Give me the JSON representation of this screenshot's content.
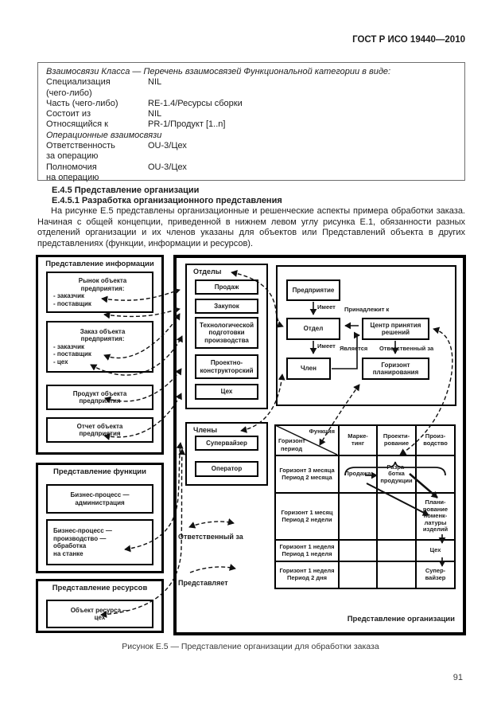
{
  "page": {
    "header": "ГОСТ Р ИСО 19440—2010",
    "number": "91",
    "caption": "Рисунок Е.5 — Представление организации для обработки заказа"
  },
  "class_box": {
    "title": "Взаимосвязи Класса — Перечень взаимосвязей Функциональной категории в виде:",
    "rows": [
      {
        "label": "Специализация",
        "value": "NIL"
      },
      {
        "label": "(чего-либо)"
      },
      {
        "label": "Часть (чего-либо)",
        "value": "RE-1.4/Ресурсы сборки"
      },
      {
        "label": "Состоит из",
        "value": "NIL"
      },
      {
        "label": "Относящийся к",
        "value": "PR-1/Продукт [1..n]"
      },
      {
        "label": "Операционные взаимосвязи"
      },
      {
        "label": "Ответственность",
        "value": "OU-3/Цех"
      },
      {
        "label": "за операцию"
      },
      {
        "label": "Полномочия",
        "value": "OU-3/Цех"
      },
      {
        "label": "на операцию"
      }
    ]
  },
  "section": {
    "h1": "Е.4.5 Представление организации",
    "h2": "Е.4.5.1 Разработка организационного представления",
    "body": "На рисунке Е.5 представлены организационные и решенческие аспекты примера обработки заказа. Начиная с общей концепции, приведенной в нижнем левом углу рисунка Е.1, обязанности разных отделений организации и их членов указаны для объектов или Представлений объекта в других представлениях (функции, информации и ресурсов)."
  },
  "diagram": {
    "info": {
      "title": "Представление информации",
      "market": {
        "l1": "Рынок объекта",
        "l2": "предприятия:",
        "b1": "- заказчик",
        "b2": "- поставщик"
      },
      "order": {
        "l1": "Заказ объекта",
        "l2": "предприятия:",
        "b1": "- заказчик",
        "b2": "- поставщик",
        "b3": "- цех"
      },
      "product": {
        "l1": "Продукт объекта",
        "l2": "предприятия"
      },
      "report": {
        "l1": "Отчет объекта",
        "l2": "предприятия"
      }
    },
    "func": {
      "title": "Представление функции",
      "admin": {
        "l1": "Бизнес-процесс —",
        "l2": "администрация"
      },
      "prod": {
        "l1": "Бизнес-процесс —",
        "l2": "производство —",
        "l3": "обработка",
        "l4": "на станке"
      }
    },
    "res": {
      "title": "Представление ресурсов",
      "obj": {
        "l1": "Объект ресурса —",
        "l2": "цех"
      }
    },
    "org": {
      "label": "Представление организации",
      "departments": {
        "title": "Отделы",
        "d1": "Продаж",
        "d2": "Закупок",
        "d3": "Технологической подготовки производства",
        "d4": "Проектно-конструкторский",
        "d5": "Цех"
      },
      "members": {
        "title": "Члены",
        "m1": "Супервайзер",
        "m2": "Оператор"
      },
      "meta": {
        "enterprise": "Предприятие",
        "department": "Отдел",
        "decision_centre": "Центр принятия\nрешений",
        "member": "Член",
        "horizon": "Горизонт\nпланирования",
        "has1": "Имеет",
        "has2": "Имеет",
        "belongs_to": "Принадлежит к",
        "is_a": "Является",
        "responsible_for": "Ответственный за"
      },
      "legend": {
        "responsible": "Ответственный за",
        "represents": "Представляет"
      },
      "grid": {
        "corner_function": "Функция",
        "corner_h1": "Горизонт",
        "corner_h2": "период",
        "col1": "Марке-\nтинг",
        "col2": "Проекти-\nрование",
        "col3": "Произ-\nводство",
        "r1l1": "Горизонт 3 месяца",
        "r1l2": "Период 2 месяца",
        "r2l1": "Горизонт 1 месяц",
        "r2l2": "Период 2 недели",
        "r3l1": "Горизонт 1 неделя",
        "r3l2": "Период 1 неделя",
        "r4l1": "Горизонт 1 неделя",
        "r4l2": "Период 2 дня",
        "sales": "Продажа",
        "dev": "Разра-\nботка\nпродукции",
        "plan": "Плани-\nрование\nноменк-\nлатуры\nизделий",
        "shop": "Цех",
        "supervisor": "Супер-\nвайзер"
      }
    }
  }
}
